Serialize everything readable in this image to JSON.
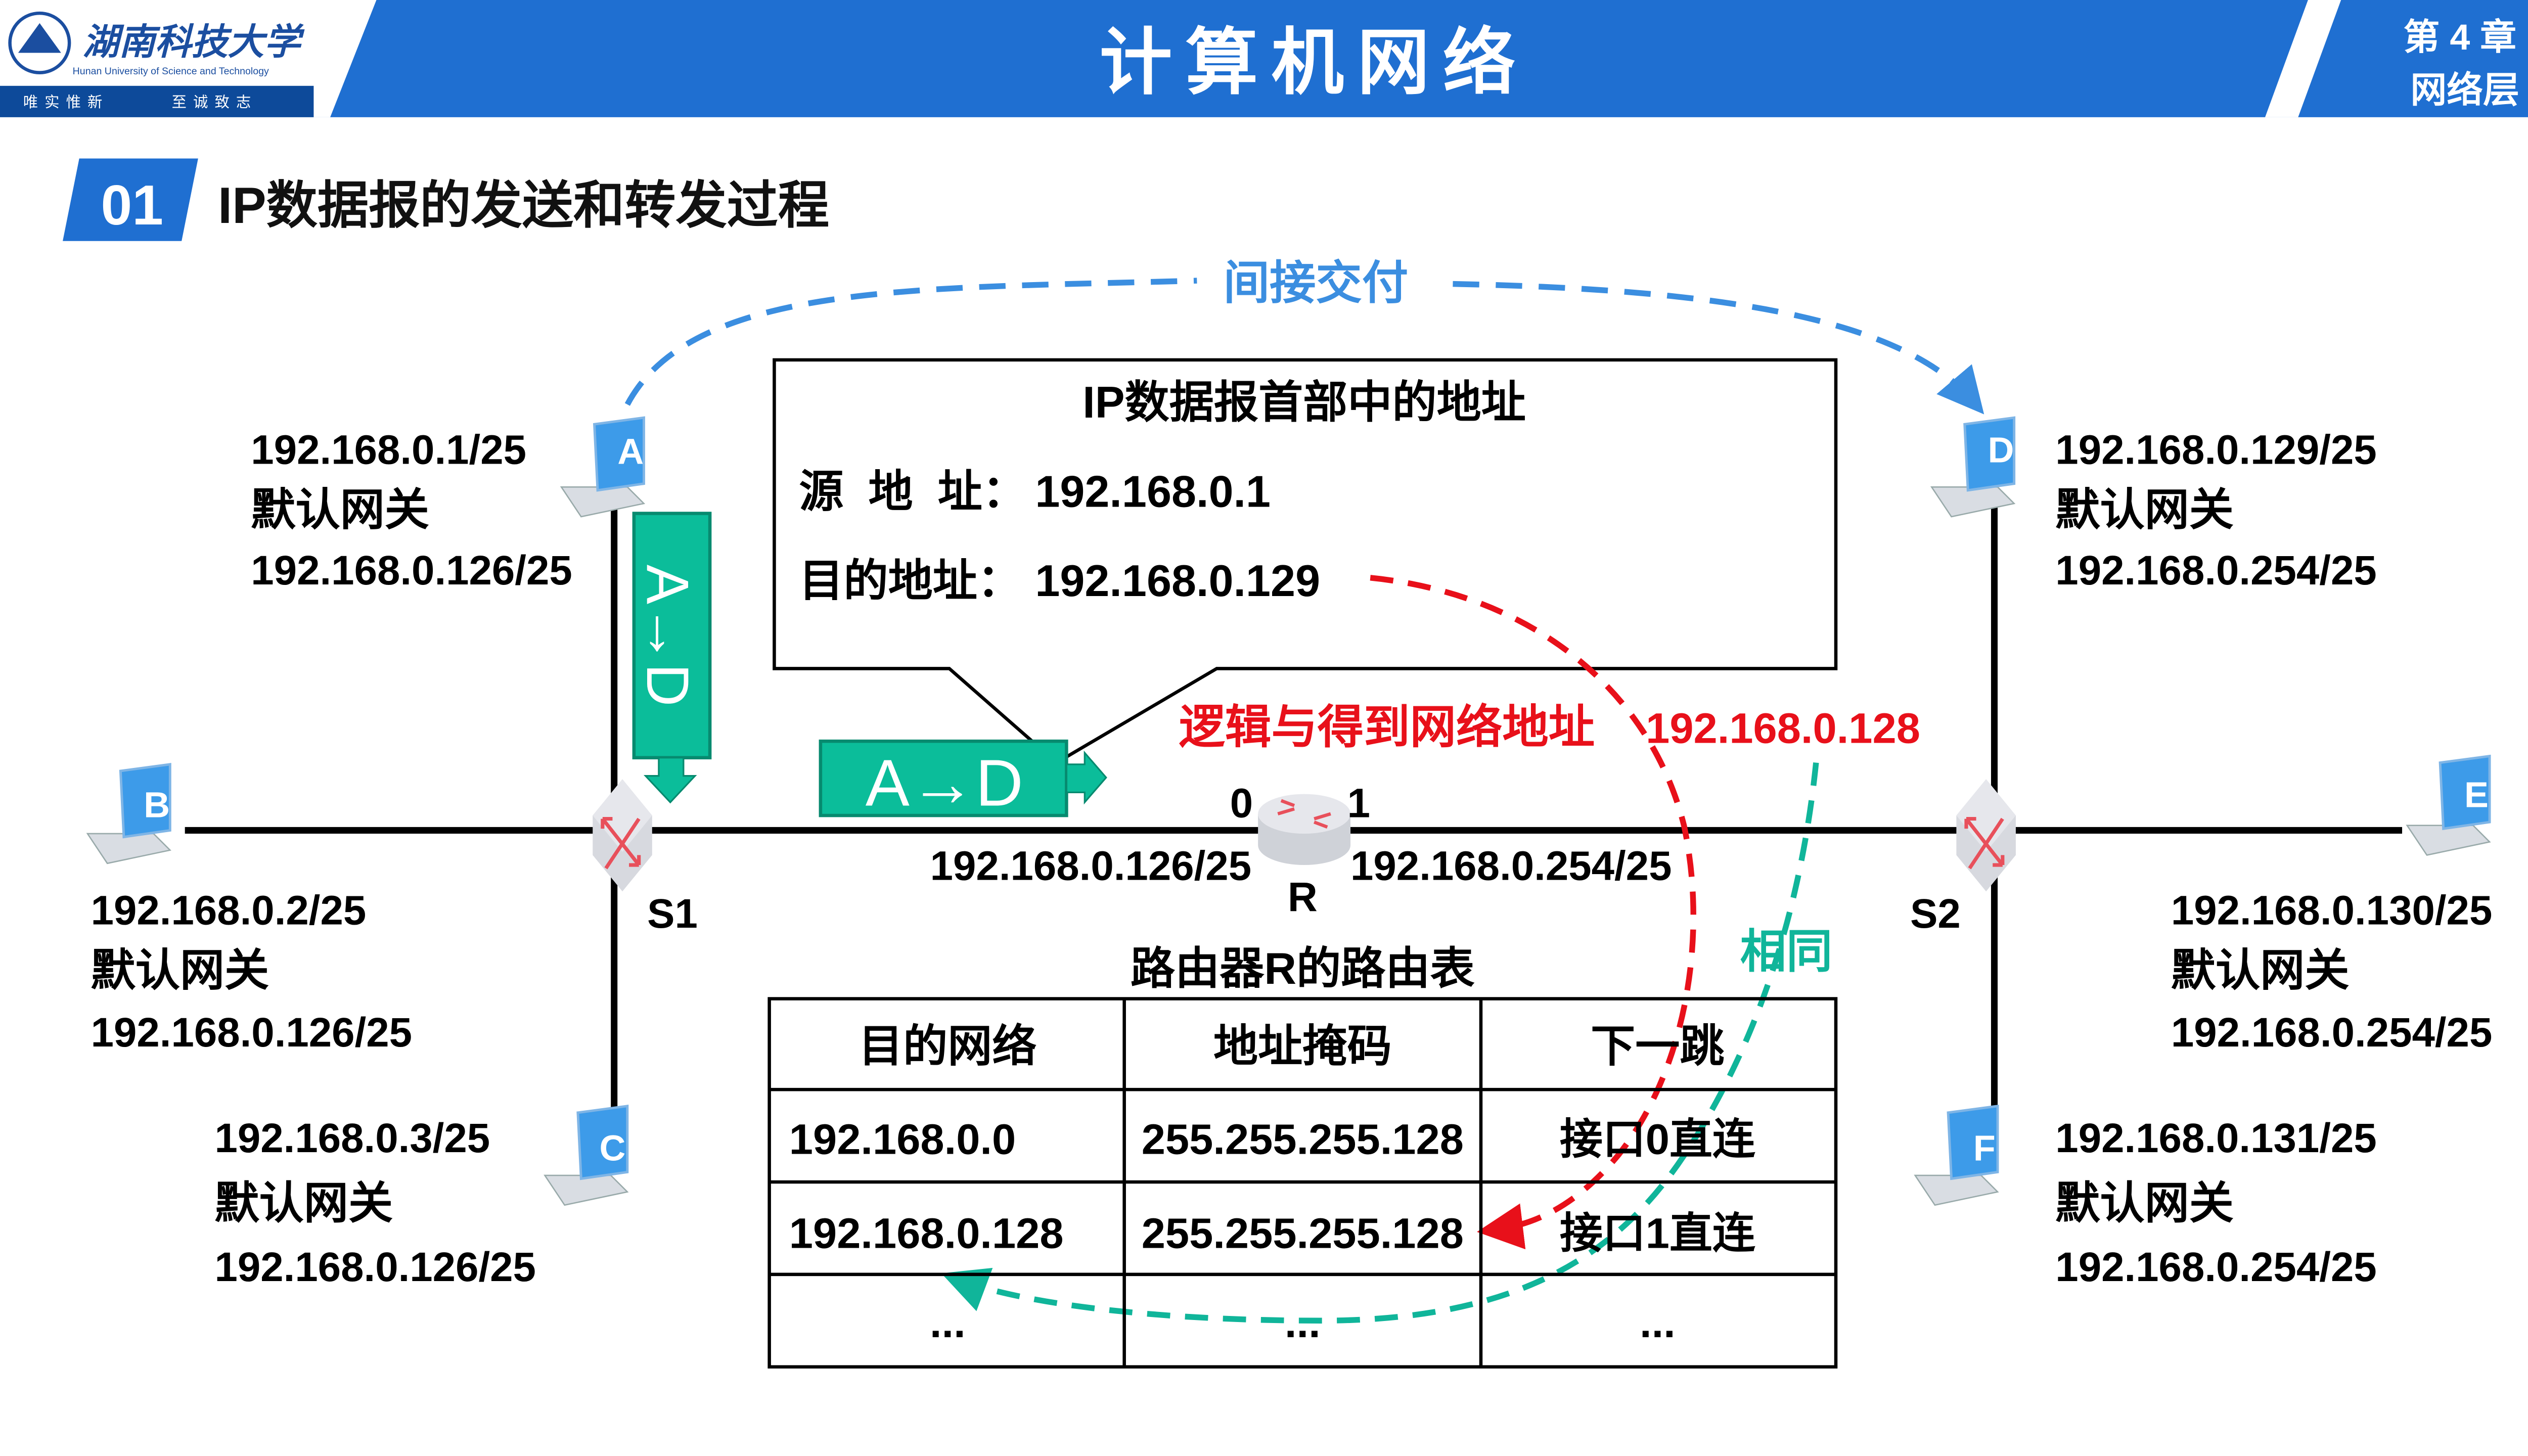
{
  "header": {
    "logo": {
      "cn": "湖南科技大学",
      "en": "Hunan University of Science and Technology",
      "motto_left": "唯实惟新",
      "motto_right": "至诚致志"
    },
    "title": "计算机网络",
    "chapter": "第 4 章",
    "chapter_name": "网络层"
  },
  "section": {
    "number": "01",
    "title": "IP数据报的发送和转发过程"
  },
  "indirect_label": "间接交付",
  "callout": {
    "title": "IP数据报首部中的地址",
    "src_label": "源  地  址：",
    "src_value": "192.168.0.1",
    "dst_label": "目的地址：",
    "dst_value": "192.168.0.129"
  },
  "packet_label": "A→D",
  "packet_vertical_label": "A→D",
  "logic_and": "逻辑与得到网络地址",
  "network_result": "192.168.0.128",
  "same_label": "相同",
  "hosts": {
    "A": {
      "name": "A",
      "ip": "192.168.0.1/25",
      "gw_label": "默认网关",
      "gw": "192.168.0.126/25"
    },
    "B": {
      "name": "B",
      "ip": "192.168.0.2/25",
      "gw_label": "默认网关",
      "gw": "192.168.0.126/25"
    },
    "C": {
      "name": "C",
      "ip": "192.168.0.3/25",
      "gw_label": "默认网关",
      "gw": "192.168.0.126/25"
    },
    "D": {
      "name": "D",
      "ip": "192.168.0.129/25",
      "gw_label": "默认网关",
      "gw": "192.168.0.254/25"
    },
    "E": {
      "name": "E",
      "ip": "192.168.0.130/25",
      "gw_label": "默认网关",
      "gw": "192.168.0.254/25"
    },
    "F": {
      "name": "F",
      "ip": "192.168.0.131/25",
      "gw_label": "默认网关",
      "gw": "192.168.0.254/25"
    }
  },
  "switches": {
    "s1": "S1",
    "s2": "S2"
  },
  "router": {
    "name": "R",
    "port0": "0",
    "port1": "1",
    "ip0": "192.168.0.126/25",
    "ip1": "192.168.0.254/25"
  },
  "routing_table": {
    "title": "路由器R的路由表",
    "headers": [
      "目的网络",
      "地址掩码",
      "下一跳"
    ],
    "rows": [
      [
        "192.168.0.0",
        "255.255.255.128",
        "接口0直连"
      ],
      [
        "192.168.0.128",
        "255.255.255.128",
        "接口1直连"
      ],
      [
        "...",
        "...",
        "..."
      ]
    ]
  },
  "colors": {
    "brand_blue": "#1f6fd1",
    "dark_blue": "#0d4a9a",
    "teal": "#0bbd9a",
    "red": "#e8101a",
    "green_dash": "#10b59a",
    "arc_blue": "#3b8ee0"
  }
}
